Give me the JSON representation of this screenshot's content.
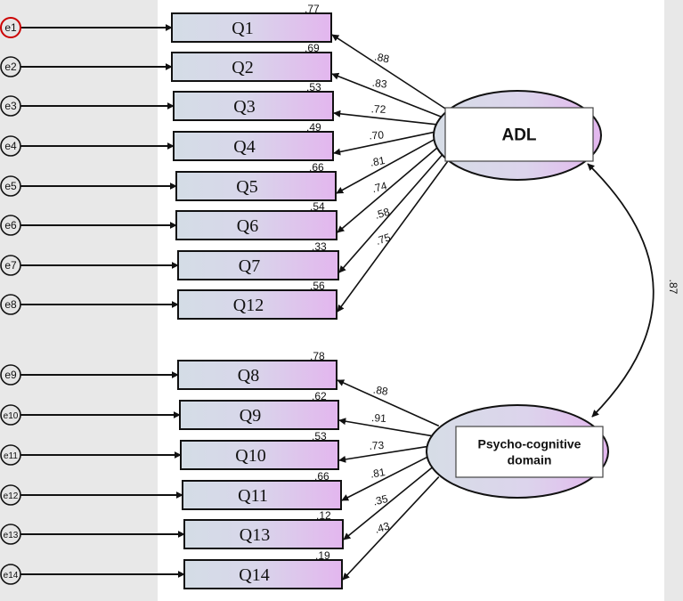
{
  "colors": {
    "panel_gray": "#e8e8e8",
    "box_left": "#d4dde6",
    "box_right": "#e3b6ee",
    "ellipse_left": "#d6dde6",
    "ellipse_right": "#e3b6ee",
    "stroke": "#111111",
    "highlight_error": "#cc0000"
  },
  "latents": [
    {
      "id": "adl",
      "label_lines": [
        "ADL"
      ]
    },
    {
      "id": "psy",
      "label_lines": [
        "Psycho-cognitive",
        "domain"
      ]
    }
  ],
  "covariance": {
    "between": [
      "adl",
      "psy"
    ],
    "value": ".87"
  },
  "indicators": [
    {
      "label": "Q1",
      "error": "e1",
      "r2": ".77",
      "loading": ".88",
      "factor": "adl"
    },
    {
      "label": "Q2",
      "error": "e2",
      "r2": ".69",
      "loading": ".83",
      "factor": "adl"
    },
    {
      "label": "Q3",
      "error": "e3",
      "r2": ".53",
      "loading": ".72",
      "factor": "adl"
    },
    {
      "label": "Q4",
      "error": "e4",
      "r2": ".49",
      "loading": ".70",
      "factor": "adl"
    },
    {
      "label": "Q5",
      "error": "e5",
      "r2": ".66",
      "loading": ".81",
      "factor": "adl"
    },
    {
      "label": "Q6",
      "error": "e6",
      "r2": ".54",
      "loading": ".74",
      "factor": "adl"
    },
    {
      "label": "Q7",
      "error": "e7",
      "r2": ".33",
      "loading": ".58",
      "factor": "adl"
    },
    {
      "label": "Q12",
      "error": "e8",
      "r2": ".56",
      "loading": ".75",
      "factor": "adl"
    },
    {
      "label": "Q8",
      "error": "e9",
      "r2": ".78",
      "loading": ".88",
      "factor": "psy"
    },
    {
      "label": "Q9",
      "error": "e10",
      "r2": ".62",
      "loading": ".91",
      "factor": "psy"
    },
    {
      "label": "Q10",
      "error": "e11",
      "r2": ".53",
      "loading": ".73",
      "factor": "psy"
    },
    {
      "label": "Q11",
      "error": "e12",
      "r2": ".66",
      "loading": ".81",
      "factor": "psy"
    },
    {
      "label": "Q13",
      "error": "e13",
      "r2": ".12",
      "loading": ".35",
      "factor": "psy"
    },
    {
      "label": "Q14",
      "error": "e14",
      "r2": ".19",
      "loading": ".43",
      "factor": "psy"
    }
  ]
}
